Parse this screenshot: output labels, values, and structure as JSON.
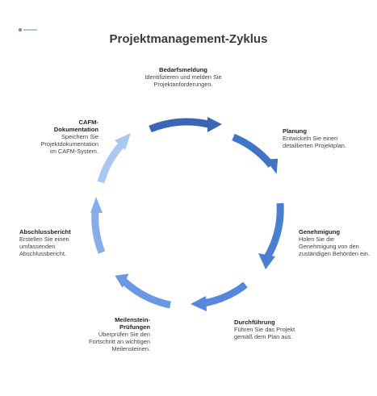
{
  "title": "Projektmanagement-Zyklus",
  "stages": [
    {
      "title": "Bedarfsmeldung",
      "desc": "Identifizieren und melden Sie Projektanforderungen."
    },
    {
      "title": "Planung",
      "desc": "Entwickeln Sie einen detaillierten Projektplan."
    },
    {
      "title": "Genehmigung",
      "desc": "Holen Sie die Genehmigung von den zuständigen Behörden ein."
    },
    {
      "title": "Durchführung",
      "desc": "Führen Sie das Projekt gemäß dem Plan aus."
    },
    {
      "title": "Meilenstein-Prüfungen",
      "desc": "Überprüfen Sie den Fortschritt an wichtigen Meilensteinen."
    },
    {
      "title": "Abschlussbericht",
      "desc": "Erstellen Sie einen umfassenden Abschlussbericht."
    },
    {
      "title": "CAFM-Dokumentation",
      "desc": "Speichern Sie Projektdokumentation im CAFM-System."
    }
  ],
  "colors": {
    "arrow_dark": "#3b66b8",
    "arrow_mid": "#5e8fe0",
    "arrow_light": "#a9c8f4",
    "title": "#3a3a3a"
  }
}
